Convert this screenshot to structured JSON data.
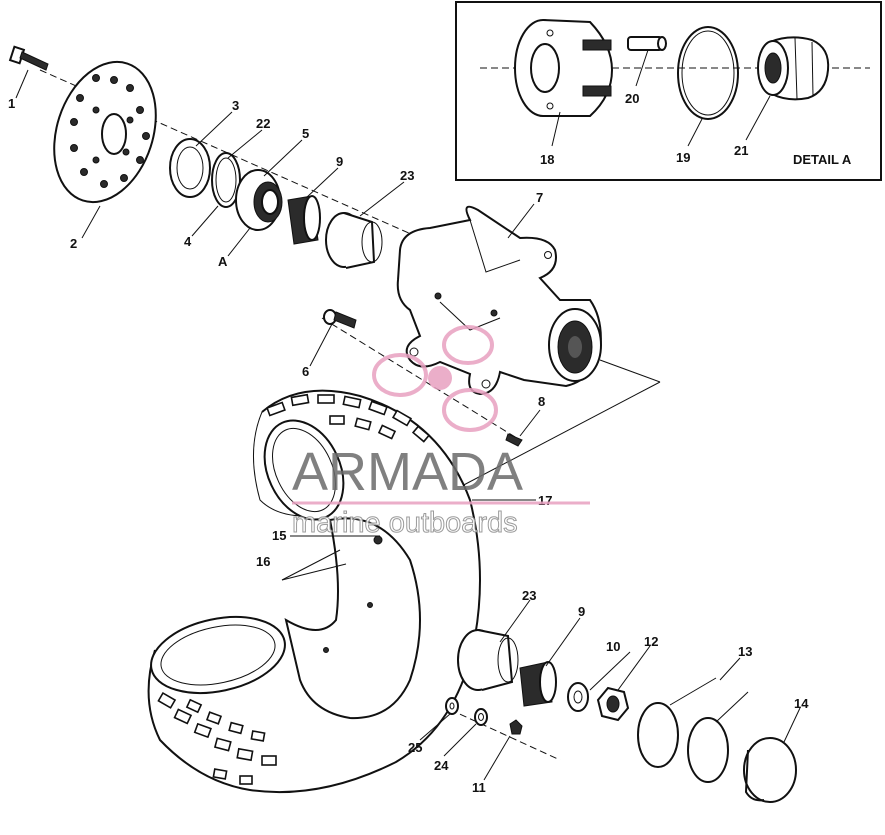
{
  "detail": {
    "title": "DETAIL A"
  },
  "labels": {
    "p1": "1",
    "p2": "2",
    "p3": "3",
    "p4": "4",
    "p5": "5",
    "p6": "6",
    "p7": "7",
    "p8": "8",
    "p9": "9",
    "p9b": "9",
    "p10": "10",
    "p11": "11",
    "p12": "12",
    "p13": "13",
    "p14": "14",
    "p15": "15",
    "p16": "16",
    "p17": "17",
    "p18": "18",
    "p19": "19",
    "p20": "20",
    "p21": "21",
    "p22": "22",
    "p23": "23",
    "p23b": "23",
    "p24": "24",
    "p25": "25",
    "pA": "A"
  },
  "watermark": {
    "brand": "ARMADA",
    "tagline": "marine outboards",
    "accent_color": "#e8a0c0"
  }
}
